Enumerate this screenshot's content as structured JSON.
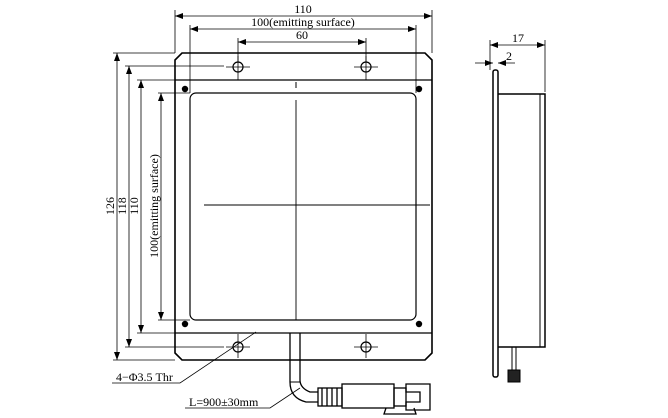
{
  "dimensions": {
    "overall_width": "110",
    "emitting_width": "100(emitting surface)",
    "hole_spacing": "60",
    "overall_height": "126",
    "hole_height": "118",
    "band_height": "110",
    "emitting_height": "100(emitting surface)",
    "side_depth": "17",
    "plate_thickness": "2"
  },
  "annotations": {
    "holes": "4−Φ3.5 Thr",
    "cable": "L=900±30mm"
  }
}
